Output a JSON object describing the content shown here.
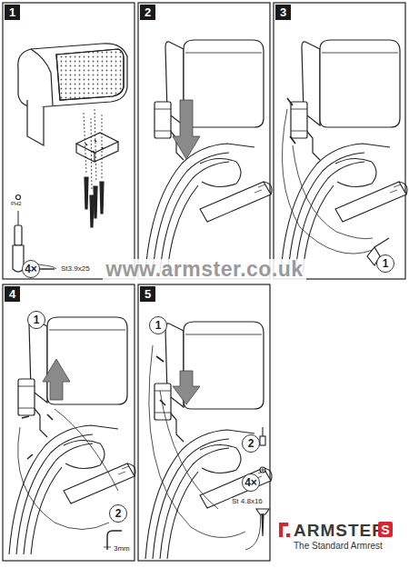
{
  "diagram": {
    "labels": [
      "1",
      "PH2",
      "4×",
      "St3.9x25",
      "2",
      "3",
      "1",
      "www.armster.co.uk",
      "4",
      "1",
      "2",
      "3mm",
      "5",
      "1",
      "2",
      "4×",
      "St 4.8x16",
      "ARMSTER",
      "S",
      "The Standard Armrest"
    ]
  }
}
